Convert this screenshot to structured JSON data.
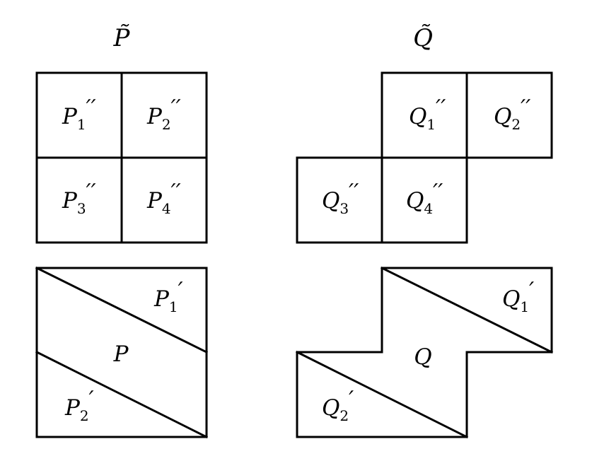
{
  "titles": {
    "p_tilde": "P̃",
    "q_tilde": "Q̃"
  },
  "p_tilde_cells": [
    {
      "base": "P",
      "sub": "1",
      "mark": "′′"
    },
    {
      "base": "P",
      "sub": "2",
      "mark": "′′"
    },
    {
      "base": "P",
      "sub": "3",
      "mark": "′′"
    },
    {
      "base": "P",
      "sub": "4",
      "mark": "′′"
    }
  ],
  "q_tilde_cells": [
    {
      "base": "Q",
      "sub": "1",
      "mark": "′′"
    },
    {
      "base": "Q",
      "sub": "2",
      "mark": "′′"
    },
    {
      "base": "Q",
      "sub": "3",
      "mark": "′′"
    },
    {
      "base": "Q",
      "sub": "4",
      "mark": "′′"
    }
  ],
  "p_shape": {
    "center": "P",
    "upper": {
      "base": "P",
      "sub": "1",
      "mark": "′"
    },
    "lower": {
      "base": "P",
      "sub": "2",
      "mark": "′"
    }
  },
  "q_shape": {
    "center": "Q",
    "upper": {
      "base": "Q",
      "sub": "1",
      "mark": "′"
    },
    "lower": {
      "base": "Q",
      "sub": "2",
      "mark": "′"
    }
  }
}
